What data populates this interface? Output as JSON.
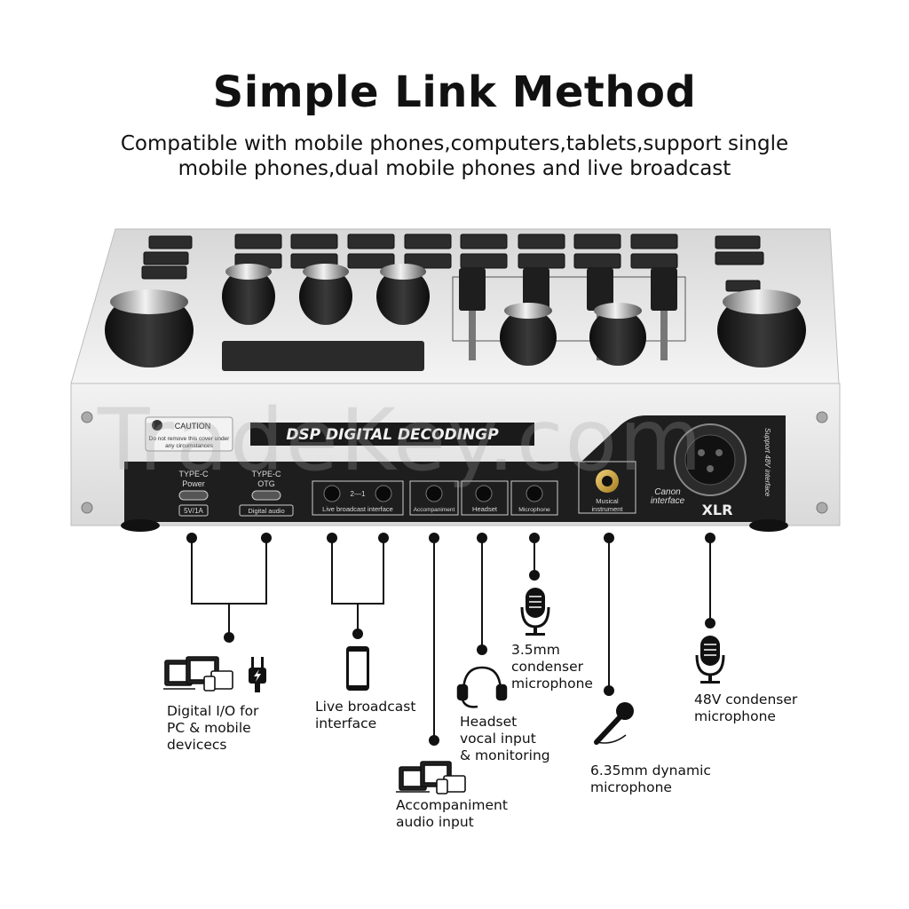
{
  "title": "Simple Link Method",
  "subtitle": {
    "line1": "Compatible with mobile phones,computers,tablets,support single",
    "line2": "mobile phones,dual mobile phones and live broadcast"
  },
  "watermark": "TradeKey.com",
  "device": {
    "caution_title": "CAUTION",
    "caution_text1": "Do not remove this cover under",
    "caution_text2": "any circumstances",
    "brand_plate": "DSP DIGITAL DECODINGP",
    "ports": {
      "typec_power_l1": "TYPE-C",
      "typec_power_l2": "Power",
      "typec_power_rating": "5V/1A",
      "typec_otg_l1": "TYPE-C",
      "typec_otg_l2": "OTG",
      "typec_otg_box": "Digital audio",
      "live_numbers": "2—1",
      "live_label": "Live broadcast interface",
      "accompaniment": "Accompaniment",
      "headset": "Headset",
      "microphone": "Microphone",
      "musical1": "Musical",
      "musical2": "instrument",
      "canon1": "Canon",
      "canon2": "interface",
      "xlr": "XLR",
      "support48v": "Support 48V interface"
    }
  },
  "annotations": {
    "digital_io": [
      "Digital I/O for",
      "PC & mobile",
      "devicecs"
    ],
    "live_broadcast": [
      "Live broadcast",
      "interface"
    ],
    "accompaniment": [
      "Accompaniment",
      "audio input"
    ],
    "headset": [
      "Headset",
      "vocal input",
      "& monitoring"
    ],
    "condenser35": [
      "3.5mm",
      "condenser",
      "microphone"
    ],
    "dynamic635": [
      "6.35mm dynamic",
      "microphone"
    ],
    "condenser48v": [
      "48V condenser",
      "microphone"
    ]
  },
  "colors": {
    "panel": "#e6e6e6",
    "dark_panel": "#1e1e1e",
    "knob": "#1b1b1b",
    "accent_gold": "#c9a33a"
  }
}
